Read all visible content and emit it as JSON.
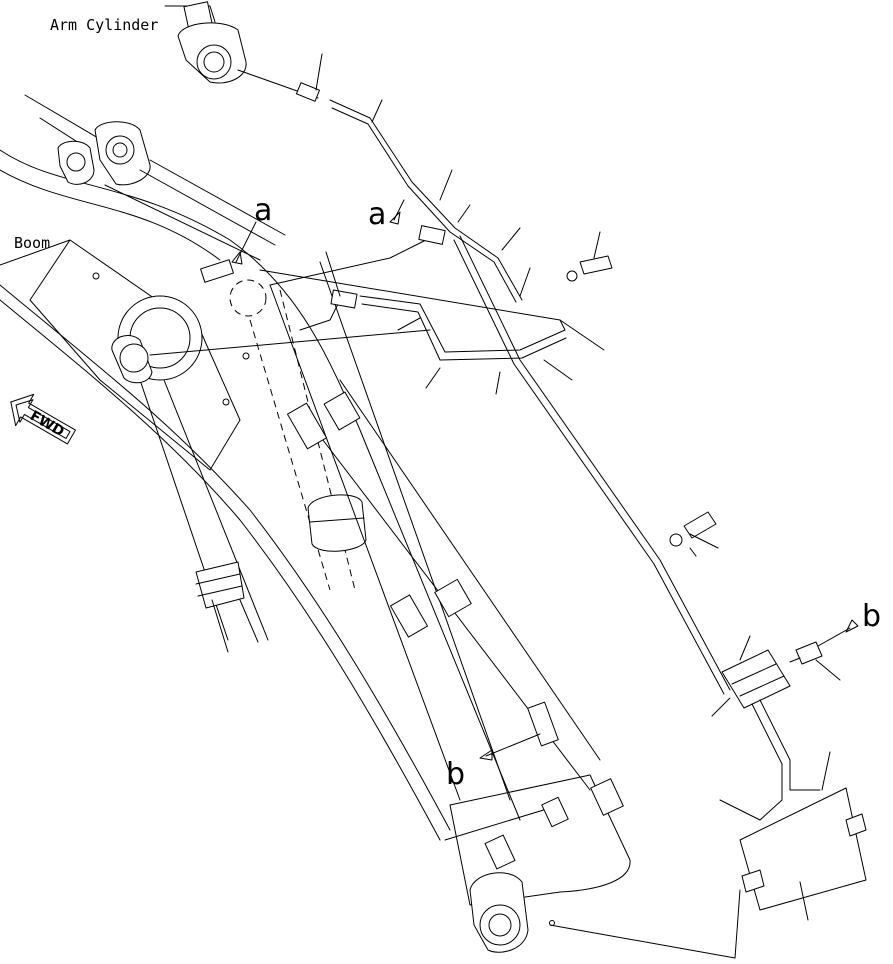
{
  "labels": {
    "arm_cylinder": "Arm Cylinder",
    "boom": "Boom",
    "fwd": "FWD",
    "a_top": "a",
    "a_mid": "a",
    "b_right": "b",
    "b_bottom": "b"
  }
}
